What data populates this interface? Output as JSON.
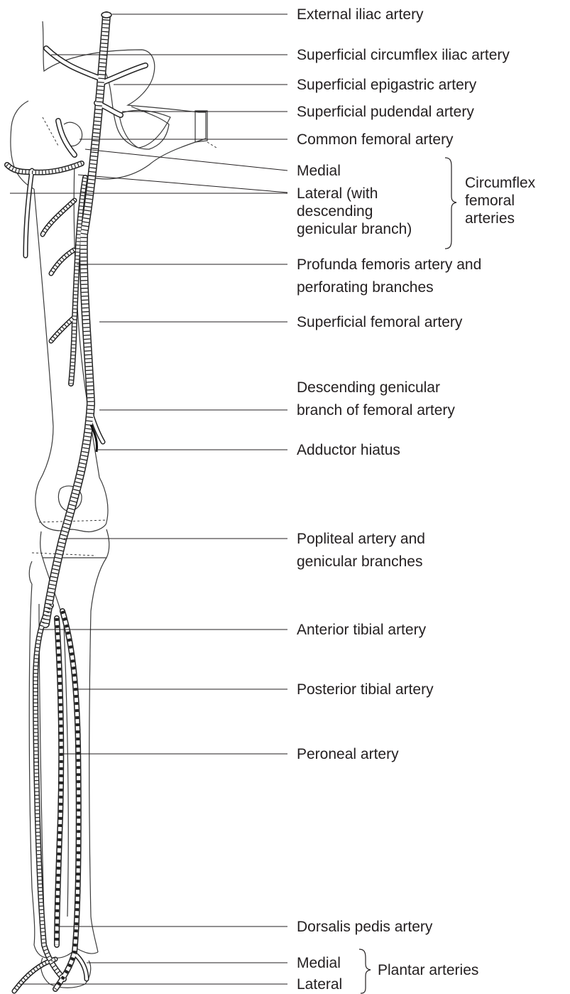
{
  "labels": {
    "external_iliac": "External iliac artery",
    "superficial_circumflex_iliac": "Superficial circumflex iliac artery",
    "superficial_epigastric": "Superficial epigastric artery",
    "superficial_pudendal": "Superficial pudendal artery",
    "common_femoral": "Common femoral artery",
    "circumflex_medial": "Medial",
    "circumflex_lateral_lines": [
      "Lateral (with",
      "descending",
      "genicular branch)"
    ],
    "circumflex_group_lines": [
      "Circumflex",
      "femoral",
      "arteries"
    ],
    "profunda_lines": [
      "Profunda femoris artery and",
      "perforating branches"
    ],
    "superficial_femoral": "Superficial femoral artery",
    "descending_genicular_lines": [
      "Descending genicular",
      "branch of femoral artery"
    ],
    "adductor_hiatus": "Adductor hiatus",
    "popliteal_lines": [
      "Popliteal artery and",
      "genicular branches"
    ],
    "anterior_tibial": "Anterior tibial artery",
    "posterior_tibial": "Posterior tibial artery",
    "peroneal": "Peroneal artery",
    "dorsalis_pedis": "Dorsalis pedis artery",
    "plantar_medial": "Medial",
    "plantar_lateral": "Lateral",
    "plantar_group": "Plantar arteries"
  }
}
